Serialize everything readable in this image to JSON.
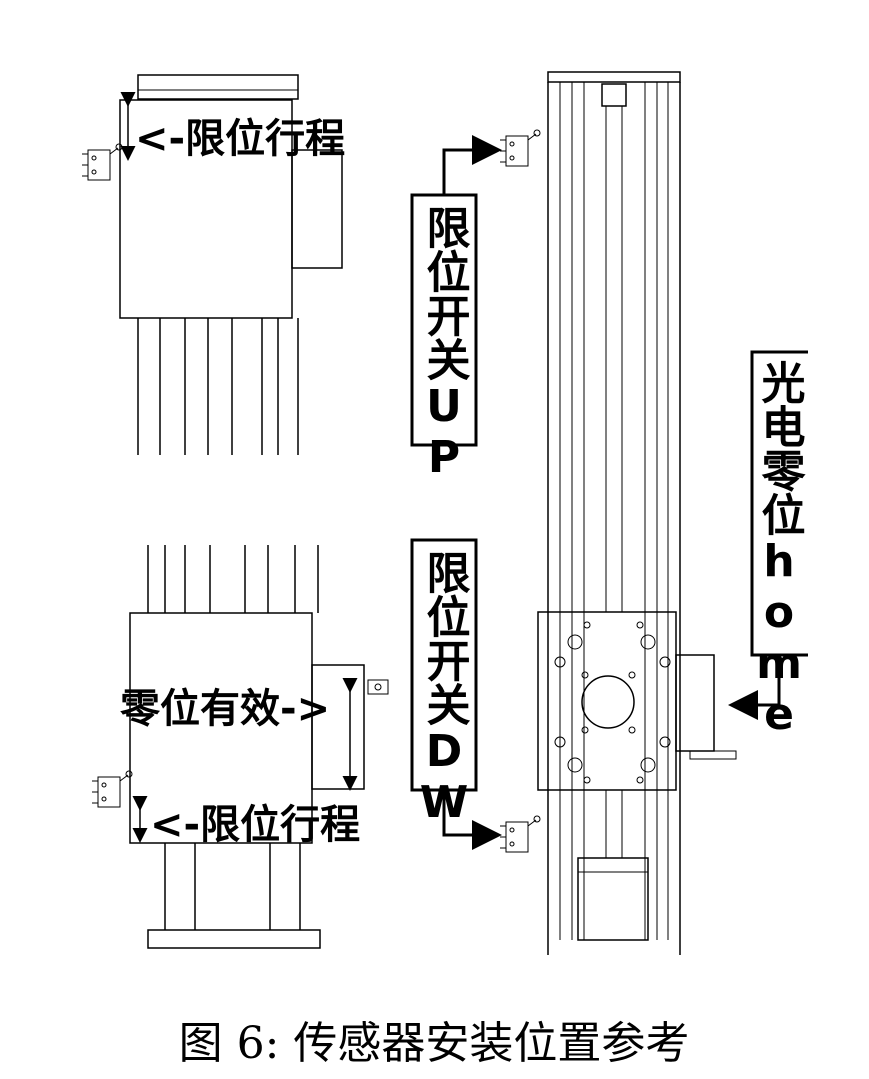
{
  "labels": {
    "top_limit_travel": "<-限位行程",
    "bottom_limit_travel": "<-限位行程",
    "zero_valid": "零位有效->",
    "limit_switch_up": "限位开关UP",
    "limit_switch_dw": "限位开关DW",
    "photo_zero_home": "光电零位home"
  },
  "caption": "图 6: 传感器安装位置参考",
  "colors": {
    "line": "#000000",
    "background": "#ffffff"
  },
  "icons": [
    "microswitch-icon",
    "arrow-icon"
  ]
}
